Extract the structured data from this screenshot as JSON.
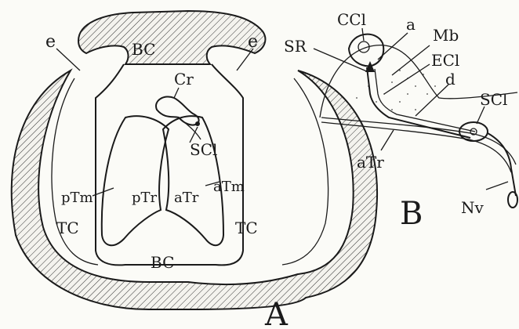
{
  "figure": {
    "panel_a": {
      "panel_letter": "A",
      "labels": {
        "e_left": "e",
        "e_right": "e",
        "bc_top": "BC",
        "cr": "Cr",
        "scl": "SCl",
        "ptm": "pTm",
        "atm": "aTm",
        "ptr": "pTr",
        "atr": "aTr",
        "tc_left": "TC",
        "tc_right": "TC",
        "bc_bottom": "BC"
      }
    },
    "panel_b": {
      "panel_letter": "B",
      "labels": {
        "ccl": "CCl",
        "a": "a",
        "mb": "Mb",
        "sr": "SR",
        "ecl": "ECl",
        "d": "d",
        "scl": "SCl",
        "atr": "aTr",
        "nv": "Nv"
      }
    }
  }
}
